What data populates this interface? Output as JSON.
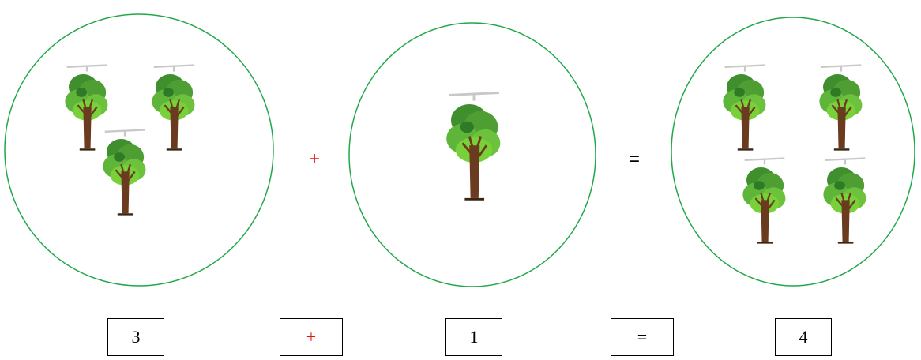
{
  "colors": {
    "circle_stroke": "#22a84a",
    "plus_color": "#e3120b",
    "equals_color": "#000000",
    "box_border": "#000000",
    "tree_trunk": "#6b3b1f",
    "tree_dark": "#3f8f2e",
    "tree_light": "#79d13a"
  },
  "groups": [
    {
      "tree_count": 3,
      "icon": "tree-icon"
    },
    {
      "tree_count": 1,
      "icon": "tree-icon"
    },
    {
      "tree_count": 4,
      "icon": "tree-icon"
    }
  ],
  "picture_operators": {
    "plus": "+",
    "equals": "="
  },
  "number_sentence": {
    "first": "3",
    "plus": "+",
    "second": "1",
    "equals": "=",
    "result": "4"
  }
}
